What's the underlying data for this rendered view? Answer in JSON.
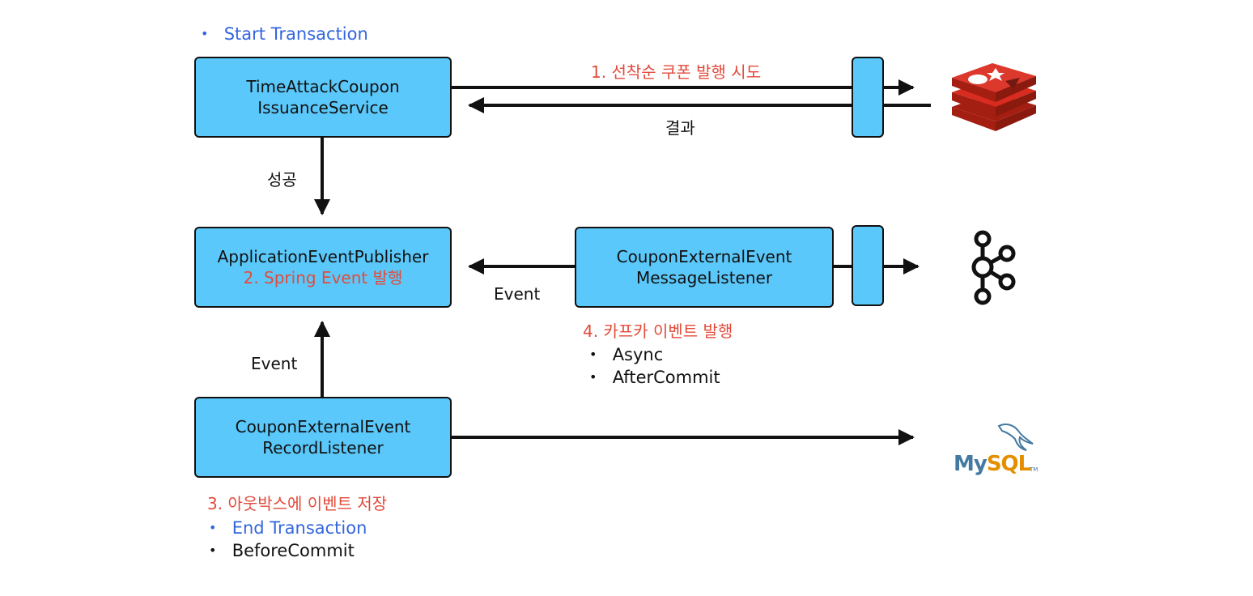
{
  "top": {
    "start_transaction": "Start Transaction"
  },
  "service_box": {
    "line1": "TimeAttackCoupon",
    "line2": "IssuanceService"
  },
  "publisher_box": {
    "line1": "ApplicationEventPublisher",
    "line2": "2. Spring Event 발행"
  },
  "message_listener_box": {
    "line1": "CouponExternalEvent",
    "line2": "MessageListener"
  },
  "record_listener_box": {
    "line1": "CouponExternalEvent",
    "line2": "RecordListener"
  },
  "labels": {
    "step1": "1. 선착순 쿠폰 발행 시도",
    "result": "결과",
    "success": "성공",
    "event_left": "Event",
    "event_middle": "Event",
    "step4": "4. 카프카 이벤트 발행",
    "step3": "3. 아웃박스에 이벤트 저장"
  },
  "bullets_step4": [
    "Async",
    "AfterCommit"
  ],
  "bottom": {
    "end_transaction": "End Transaction",
    "before_commit": "BeforeCommit"
  },
  "logos": {
    "mysql_text": "MySQL",
    "mysql_tm": "TM",
    "redis": "redis-logo",
    "kafka": "kafka-logo"
  },
  "colors": {
    "box_fill": "#5ac8fa",
    "accent_red": "#e24b3b",
    "accent_blue": "#3366dd"
  }
}
